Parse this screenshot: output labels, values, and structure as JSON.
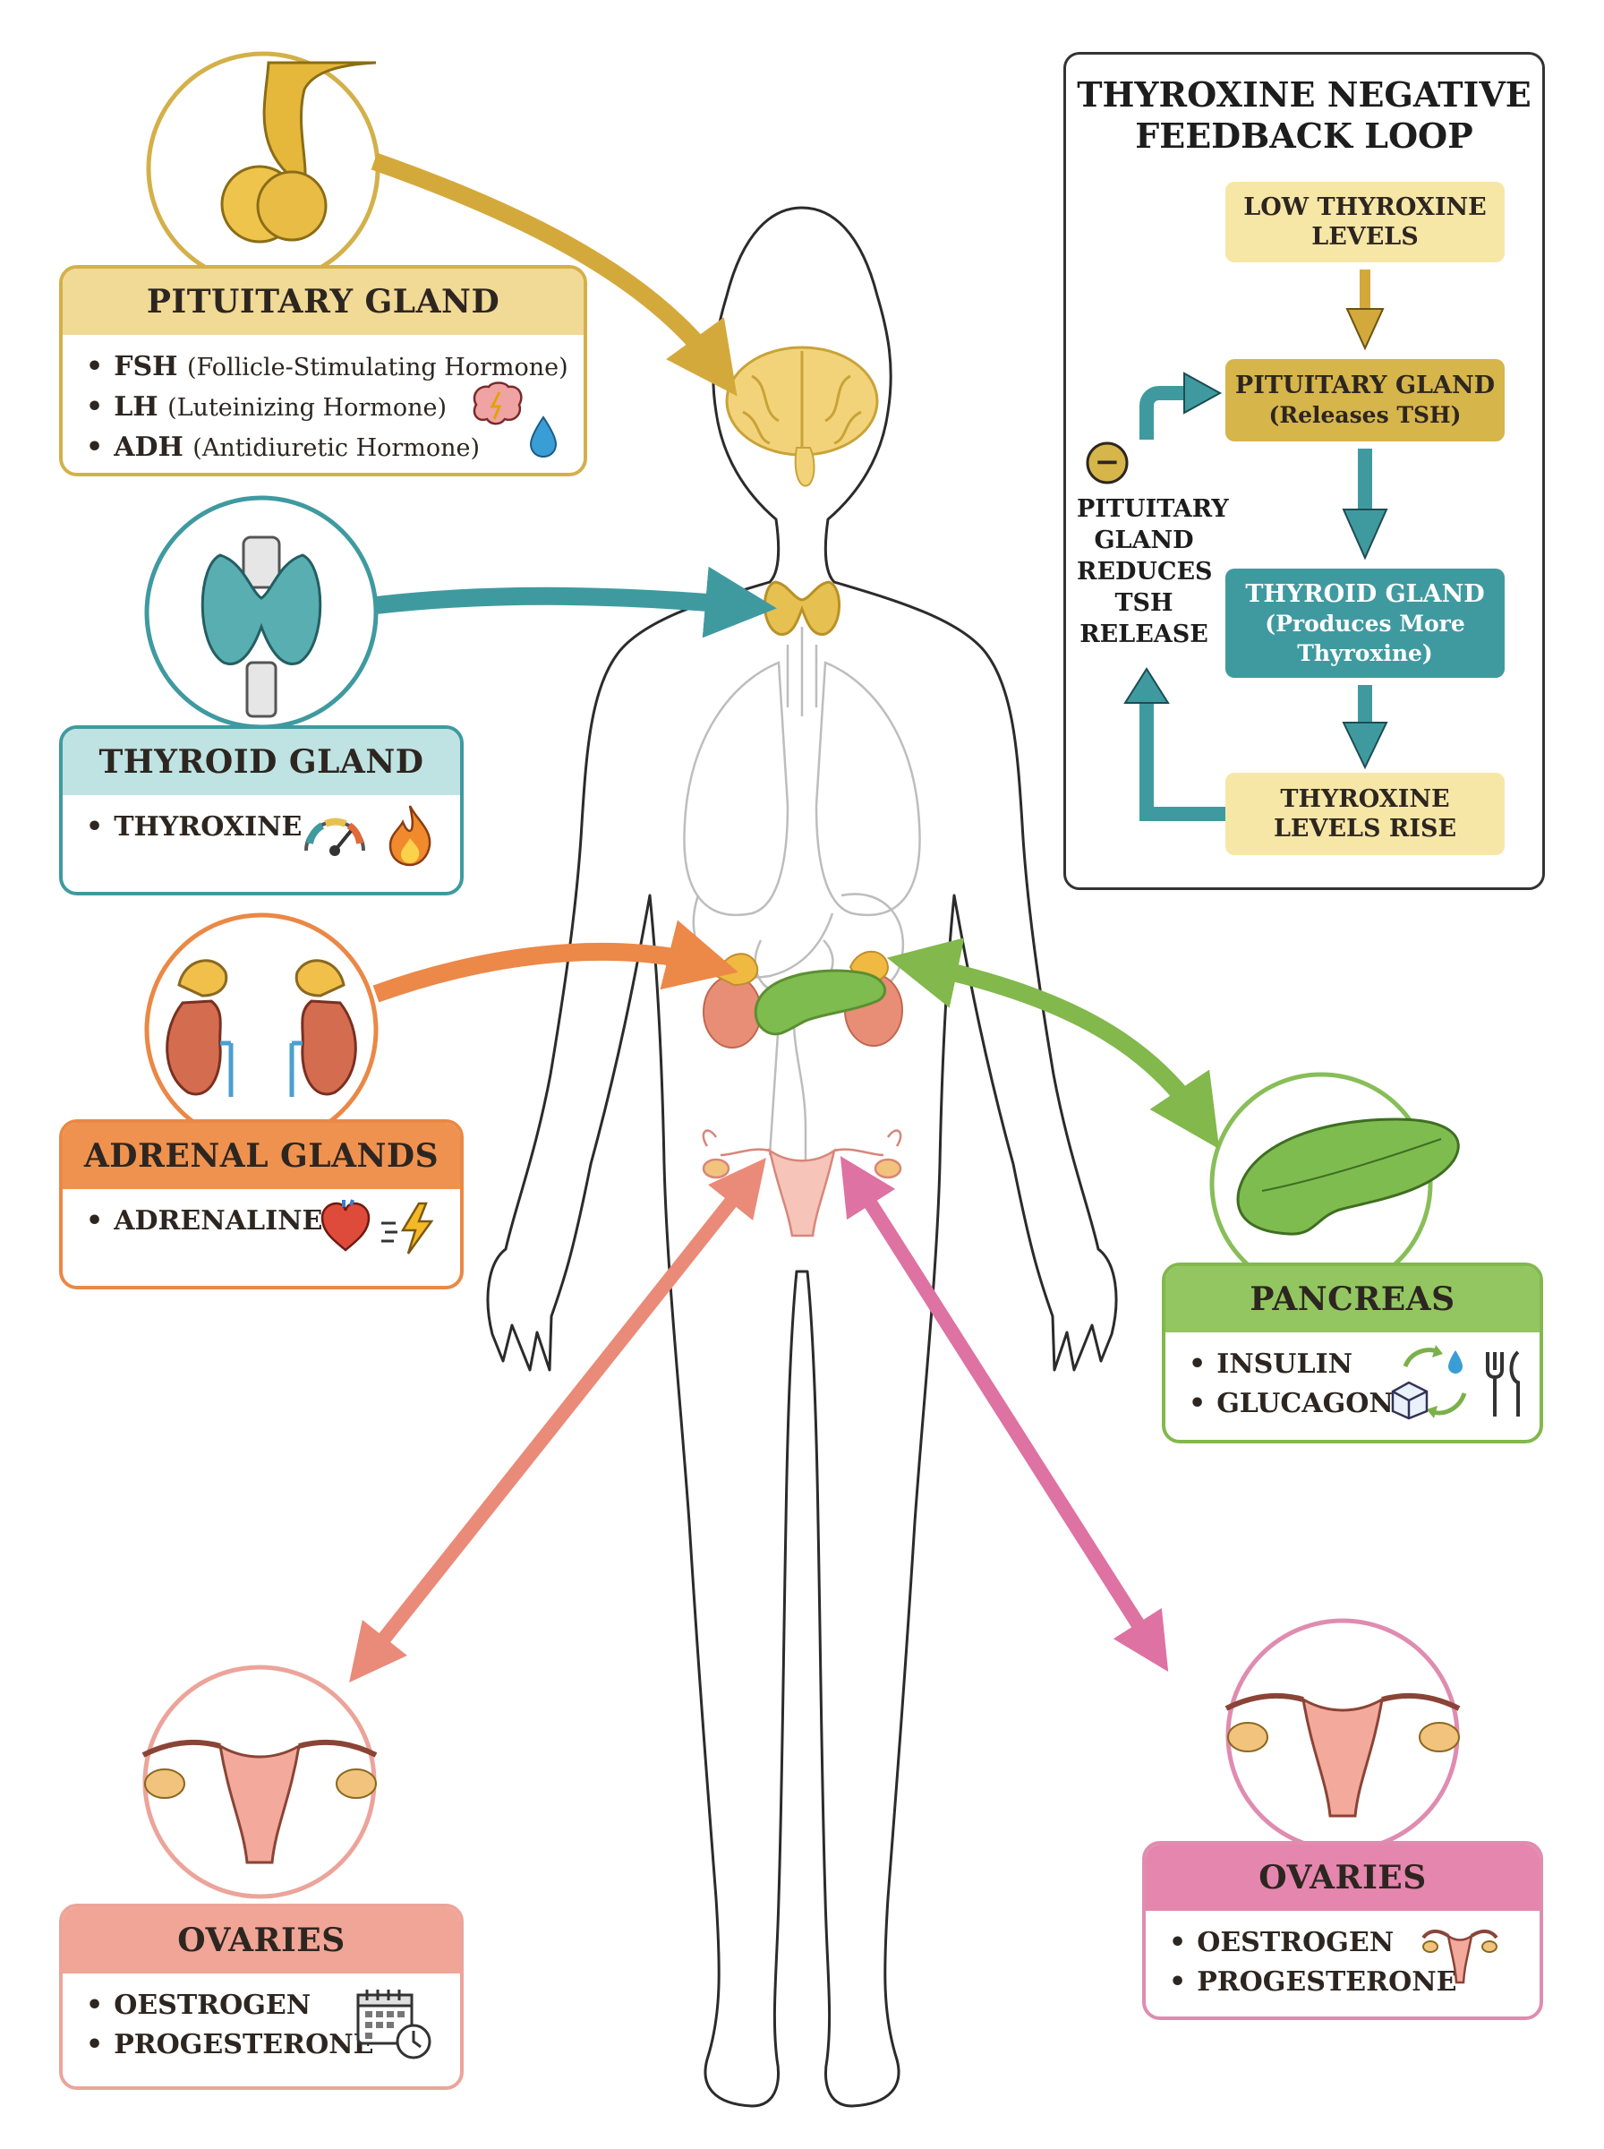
{
  "glands": {
    "pituitary": {
      "title": "PITUITARY GLAND",
      "hormones": [
        {
          "abbr": "FSH",
          "note": "(Follicle-Stimulating Hormone)"
        },
        {
          "abbr": "LH",
          "note": "(Luteinizing Hormone)"
        },
        {
          "abbr": "ADH",
          "note": "(Antidiuretic Hormone)"
        }
      ],
      "color": "#c9a230"
    },
    "thyroid": {
      "title": "THYROID GLAND",
      "hormones": [
        "THYROXINE"
      ],
      "color": "#2f8f96"
    },
    "adrenal": {
      "title": "ADRENAL GLANDS",
      "hormones": [
        "ADRENALINE"
      ],
      "color": "#ea8845"
    },
    "pancreas": {
      "title": "PANCREAS",
      "hormones": [
        "INSULIN",
        "GLUCAGON"
      ],
      "color": "#7db24a"
    },
    "ovaries_left": {
      "title": "OVARIES",
      "hormones": [
        "OESTROGEN",
        "PROGESTERONE"
      ],
      "color": "#e8837a"
    },
    "ovaries_right": {
      "title": "OVARIES",
      "hormones": [
        "OESTROGEN",
        "PROGESTERONE"
      ],
      "color": "#d9739d"
    }
  },
  "feedback_loop": {
    "title_line1": "THYROXINE NEGATIVE",
    "title_line2": "FEEDBACK LOOP",
    "step1": {
      "line1": "LOW THYROXINE",
      "line2": "LEVELS"
    },
    "step2": {
      "line1": "PITUITARY GLAND",
      "line2": "(Releases TSH)"
    },
    "step3": {
      "line1": "THYROID GLAND",
      "line2": "(Produces More",
      "line3": "Thyroxine)"
    },
    "step4": {
      "line1": "THYROXINE",
      "line2": "LEVELS RISE"
    },
    "negative_symbol": "−",
    "side_label": [
      "PITUITARY",
      "GLAND",
      "REDUCES",
      "TSH",
      "RELEASE"
    ],
    "colors": {
      "pale_yellow": "#f7e7a6",
      "gold": "#d6b54a",
      "teal": "#3f9aa0"
    }
  },
  "icons": [
    "brain-icon",
    "water-drop-icon",
    "gauge-icon",
    "flame-icon",
    "heart-icon",
    "lightning-icon",
    "recycle-icon",
    "sugar-cube-icon",
    "fork-knife-icon",
    "calendar-icon",
    "clock-icon",
    "uterus-icon"
  ]
}
